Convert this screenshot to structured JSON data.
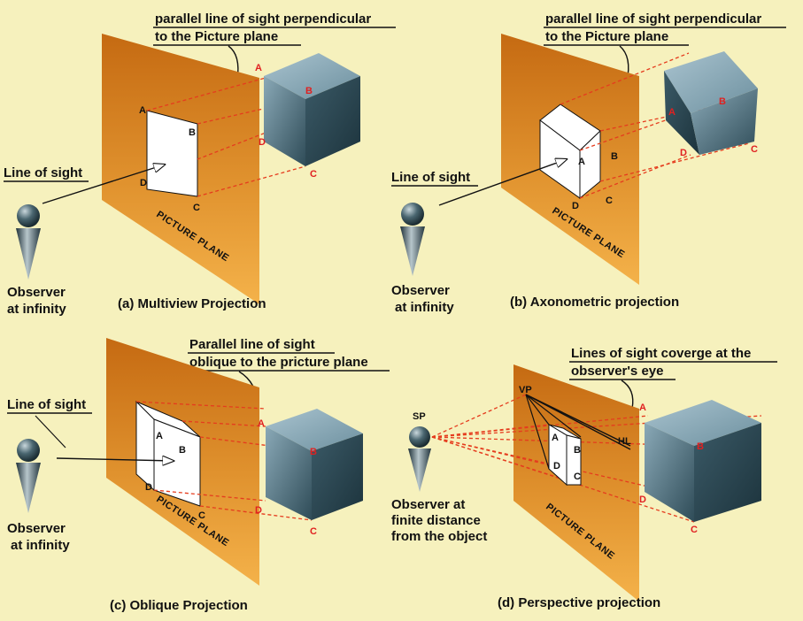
{
  "panels": {
    "a": {
      "caption": "(a) Multiview Projection",
      "sight_note_1": "parallel line of sight perpendicular",
      "sight_note_2": "to the Picture plane",
      "line_of_sight": "Line of sight",
      "observer_1": "Observer",
      "observer_2": "at infinity",
      "picture_plane": "PICTURE PLANE",
      "points_plane": [
        "A",
        "B",
        "C",
        "D"
      ],
      "points_object": [
        "A",
        "B",
        "C",
        "D"
      ]
    },
    "b": {
      "caption": "(b) Axonometric projection",
      "sight_note_1": "parallel line of sight perpendicular",
      "sight_note_2": "to the Picture plane",
      "line_of_sight": "Line of sight",
      "observer_1": "Observer",
      "observer_2": "at infinity",
      "picture_plane": "PICTURE PLANE",
      "points_plane": [
        "A",
        "B",
        "C",
        "D"
      ],
      "points_object": [
        "A",
        "B",
        "C",
        "D"
      ]
    },
    "c": {
      "caption": "(c) Oblique Projection",
      "sight_note_1": "Parallel line of sight",
      "sight_note_2": "oblique to the pricture plane",
      "line_of_sight": "Line of sight",
      "observer_1": "Observer",
      "observer_2": "at infinity",
      "picture_plane": "PICTURE PLANE",
      "points_plane": [
        "A",
        "B",
        "C",
        "D"
      ],
      "points_object": [
        "A",
        "B",
        "C",
        "D"
      ]
    },
    "d": {
      "caption": "(d) Perspective projection",
      "sight_note_1": "Lines of sight coverge at the",
      "sight_note_2": "observer's eye",
      "station_point": "SP",
      "vanishing_point": "VP",
      "horizon_line": "HL",
      "observer_1": "Observer at",
      "observer_2": "finite distance",
      "observer_3": "from the object",
      "picture_plane": "PICTURE PLANE",
      "points_plane": [
        "A",
        "B",
        "C",
        "D"
      ],
      "points_object": [
        "A",
        "B",
        "C",
        "D"
      ]
    }
  },
  "colors": {
    "background": "#f6f1bd",
    "plane_light": "#f4b24a",
    "plane_dark": "#c56a12",
    "cube_light": "#8fb0bf",
    "cube_dark": "#25414d",
    "projector": "#e53c1e"
  },
  "icons": [
    "observer-figure-icon",
    "cube-icon",
    "picture-plane-icon"
  ]
}
